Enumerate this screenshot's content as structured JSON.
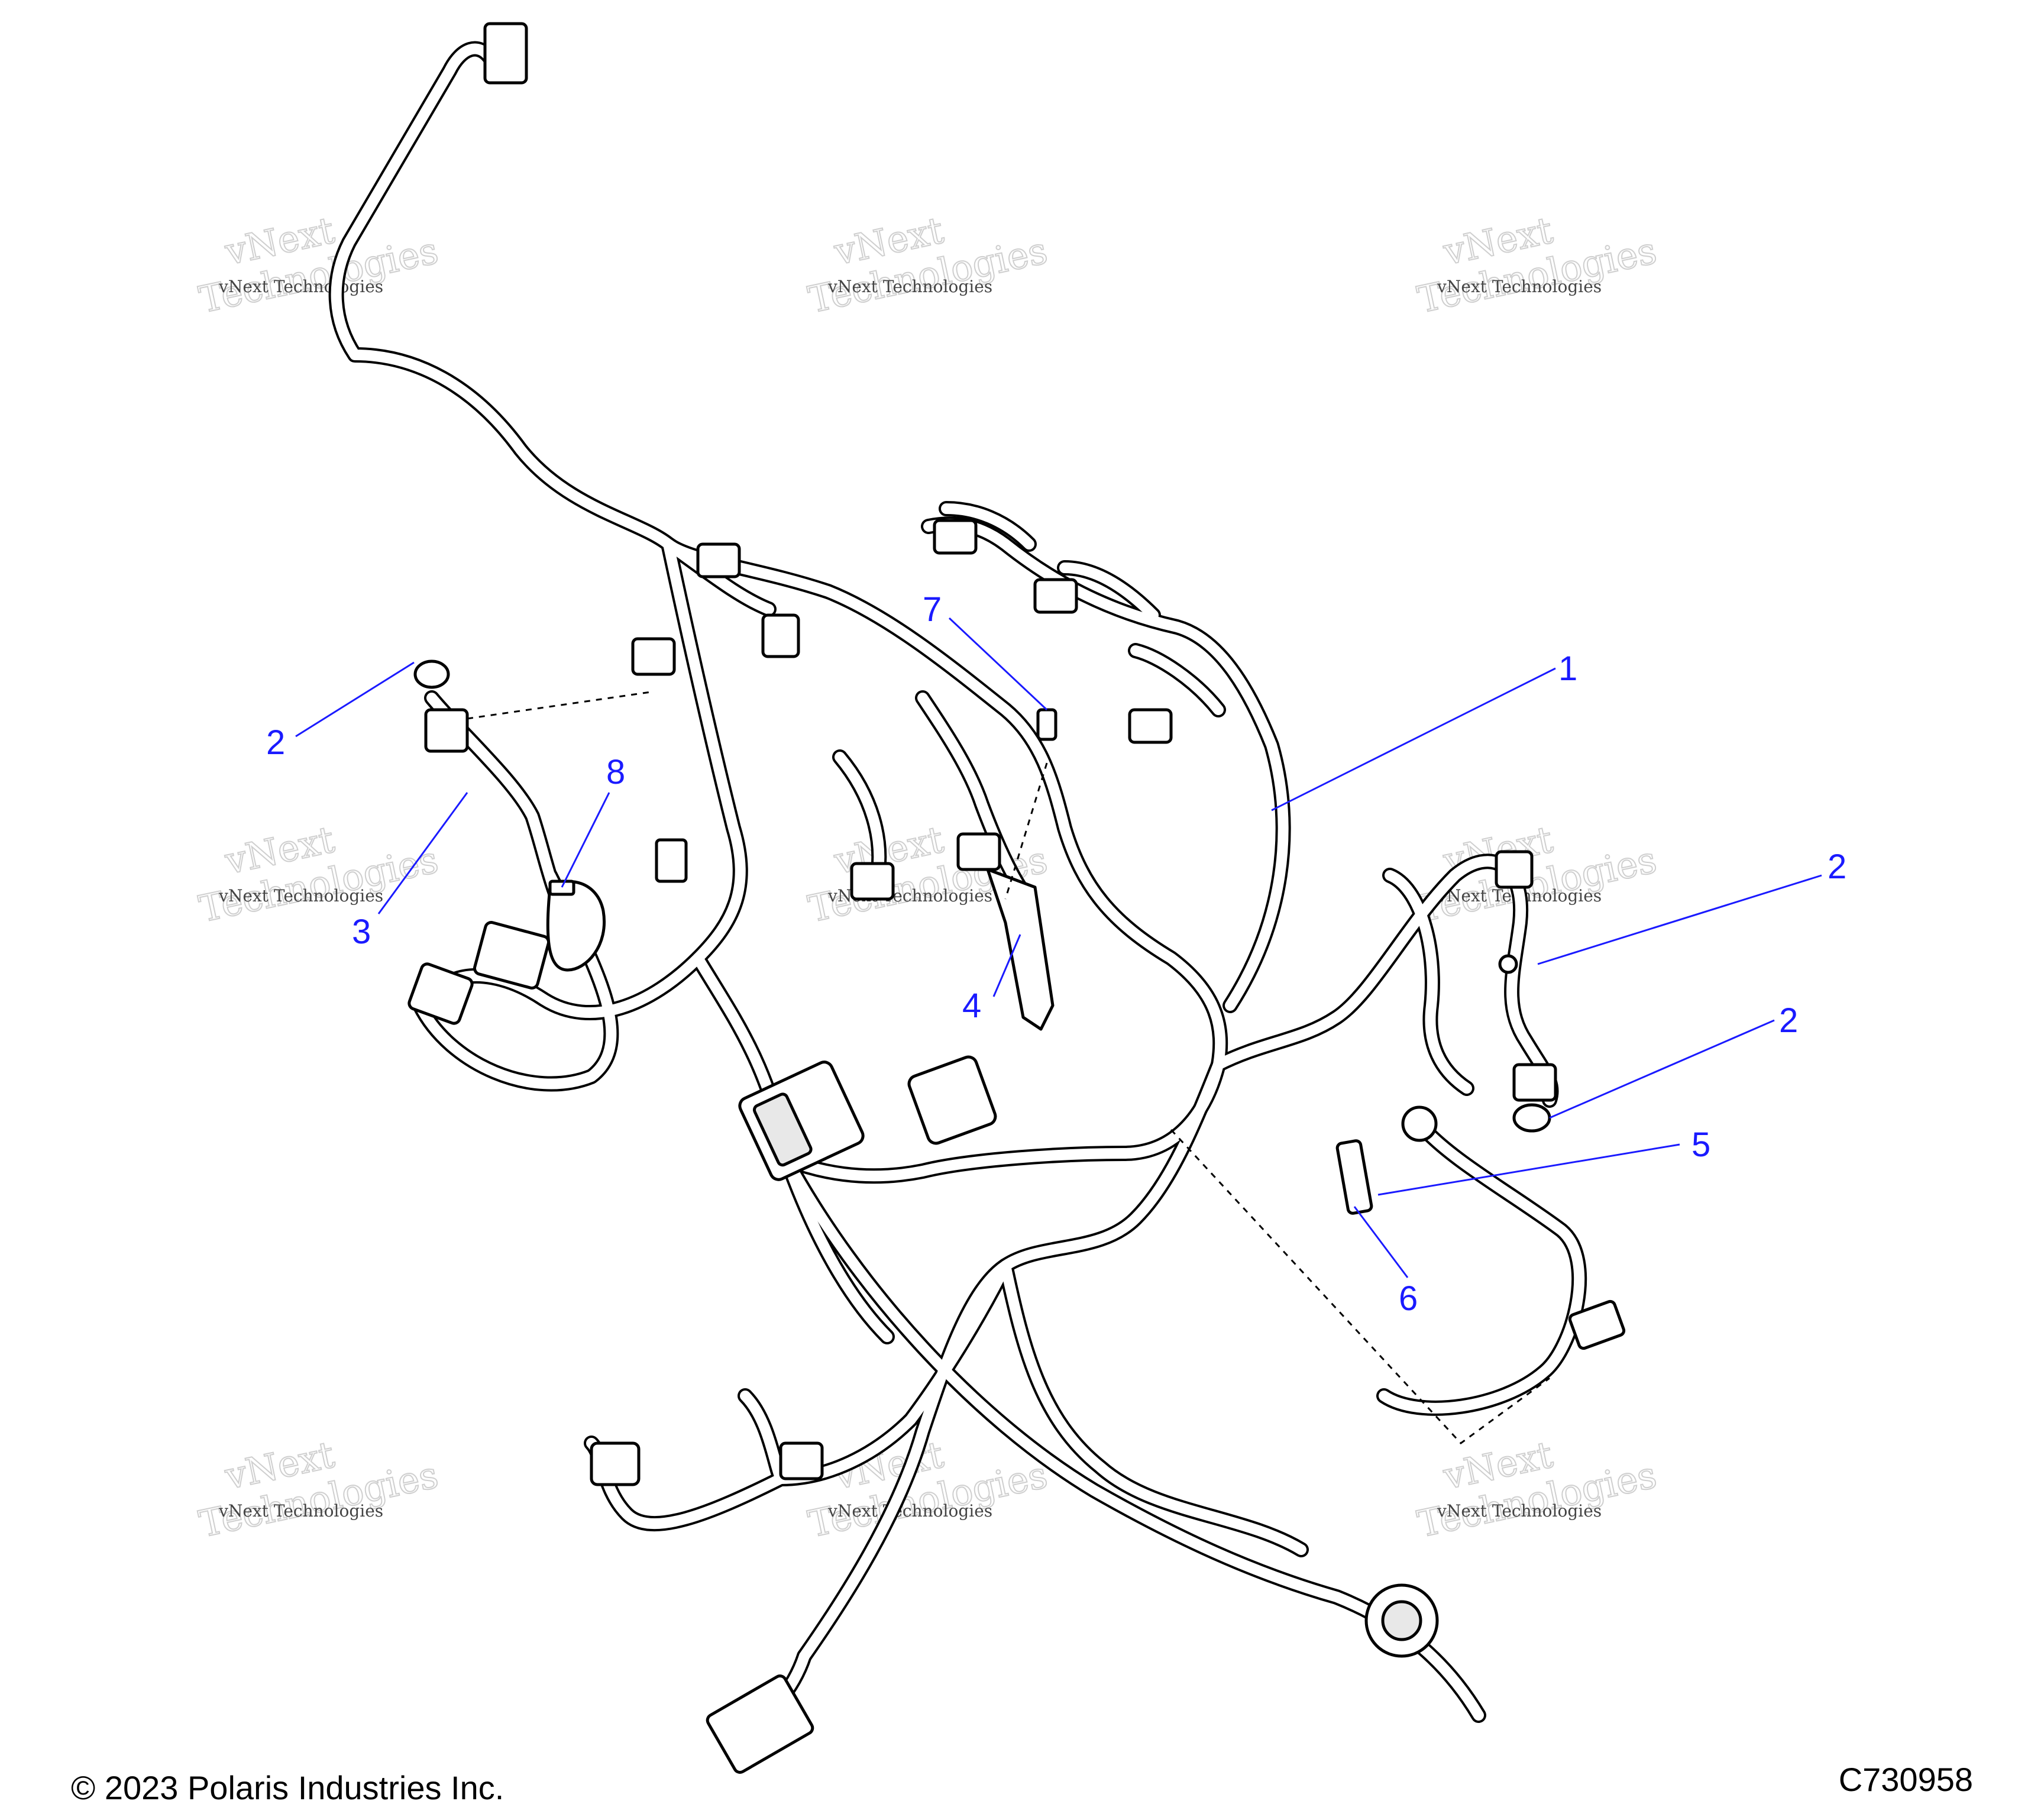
{
  "callouts": [
    {
      "id": "1",
      "label": "1"
    },
    {
      "id": "2a",
      "label": "2"
    },
    {
      "id": "2b",
      "label": "2"
    },
    {
      "id": "2c",
      "label": "2"
    },
    {
      "id": "3",
      "label": "3"
    },
    {
      "id": "4",
      "label": "4"
    },
    {
      "id": "5",
      "label": "5"
    },
    {
      "id": "6",
      "label": "6"
    },
    {
      "id": "7",
      "label": "7"
    },
    {
      "id": "8",
      "label": "8"
    }
  ],
  "watermark": {
    "small": "vNext Technologies",
    "big_top": "vNext",
    "big_bottom": "Technologies"
  },
  "footer": {
    "copyright": "© 2023 Polaris Industries Inc.",
    "figure_id": "C730958"
  },
  "colors": {
    "callout": "#1a1aff",
    "line_art": "#000000",
    "background": "#ffffff"
  }
}
